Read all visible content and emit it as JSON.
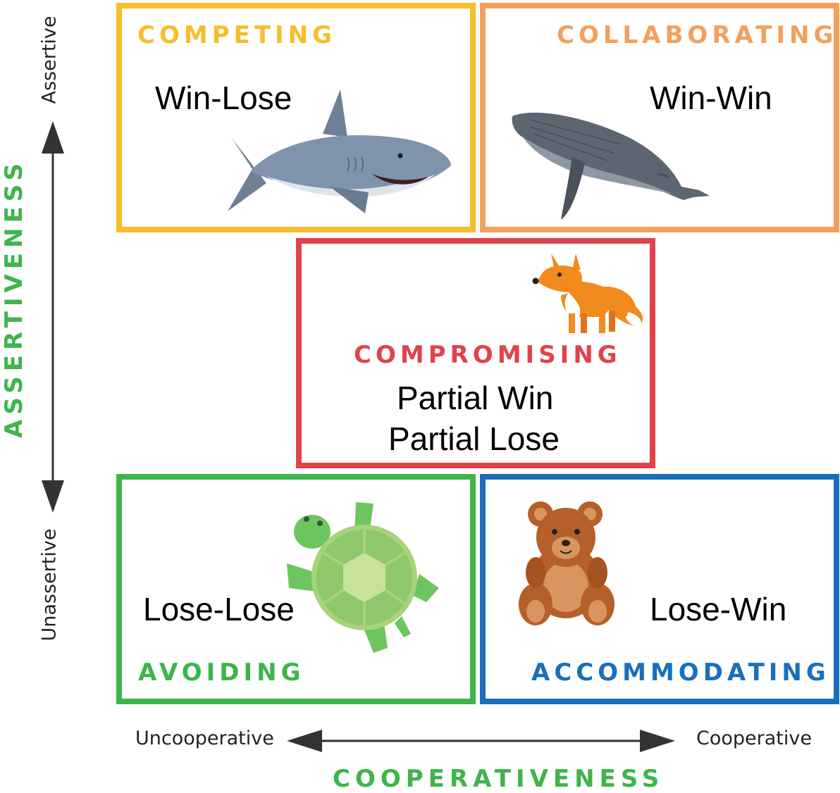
{
  "y_axis": {
    "title": "ASSERTIVENESS",
    "high_label": "Assertive",
    "low_label": "Unassertive"
  },
  "x_axis": {
    "title": "COOPERATIVENESS",
    "low_label": "Uncooperative",
    "high_label": "Cooperative"
  },
  "modes": {
    "competing": {
      "title": "COMPETING",
      "outcome": "Win-Lose",
      "animal": "shark-icon",
      "color": "#f6be2c"
    },
    "collaborating": {
      "title": "COLLABORATING",
      "outcome": "Win-Win",
      "animal": "whale-icon",
      "color": "#f2a05c"
    },
    "compromising": {
      "title": "COMPROMISING",
      "outcome_line1": "Partial Win",
      "outcome_line2": "Partial Lose",
      "animal": "fox-icon",
      "color": "#e0434b"
    },
    "avoiding": {
      "title": "AVOIDING",
      "outcome": "Lose-Lose",
      "animal": "turtle-icon",
      "color": "#3db54a"
    },
    "accommodating": {
      "title": "ACCOMMODATING",
      "outcome": "Lose-Win",
      "animal": "teddy-bear-icon",
      "color": "#1b6fb8"
    }
  }
}
